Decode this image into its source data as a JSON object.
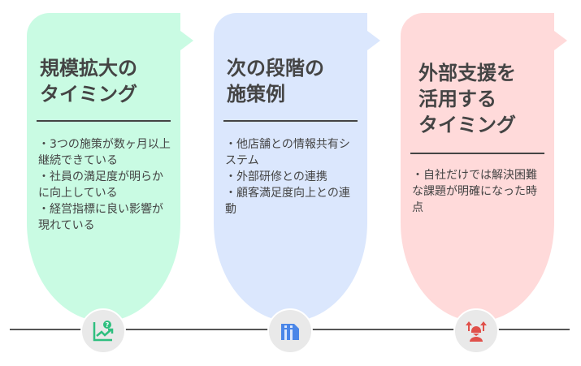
{
  "colors": {
    "green": "#c9fbe3",
    "blue": "#dbe7fd",
    "pink": "#ffdada"
  },
  "cards": [
    {
      "title": "規模拡大の\nタイミング",
      "body": "・3つの施策が数ヶ月以上継続できている\n・社員の満足度が明らかに向上している\n・経営指標に良い影響が現れている",
      "icon": "chart-question-icon"
    },
    {
      "title": "次の段階の\n施策例",
      "body": "・他店舗との情報共有システム\n・外部研修との連携\n・顧客満足度向上との連動",
      "icon": "building-icon"
    },
    {
      "title": "外部支援を\n活用する\nタイミング",
      "body": "・自社だけでは解決困難な課題が明確になった時点",
      "icon": "support-arrows-icon"
    }
  ]
}
